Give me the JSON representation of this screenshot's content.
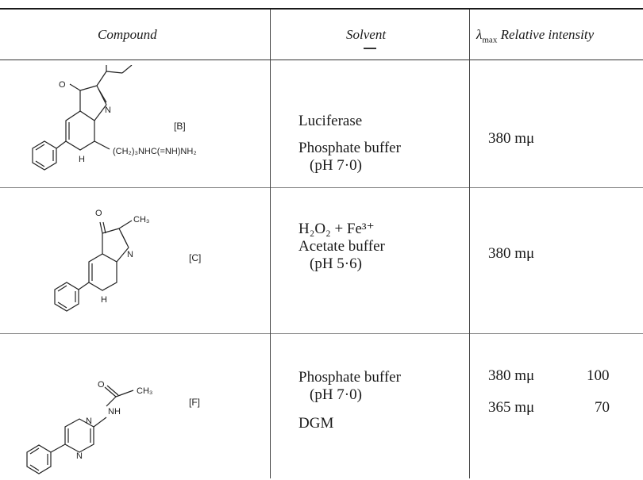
{
  "headers": {
    "compound": "Compound",
    "solvent": "Solvent",
    "lambda_symbol": "λ",
    "lambda_sub": "max",
    "relative_intensity": "Relative intensity"
  },
  "rows": [
    {
      "label": "[B]",
      "substituent_text": "(CH₂)₃NHC(=NH)NH₂",
      "solvent_lines": [
        "Luciferase",
        "Phosphate buffer",
        "(pH 7·0)"
      ],
      "entries": [
        {
          "lambda": "380 mμ",
          "intensity": ""
        }
      ]
    },
    {
      "label": "[C]",
      "substituent_text": "CH₃",
      "solvent_lines": [
        "H₂O₂ + Fe³⁺",
        "Acetate buffer",
        "(pH 5·6)"
      ],
      "entries": [
        {
          "lambda": "380 mμ",
          "intensity": ""
        }
      ]
    },
    {
      "label": "[F]",
      "substituent_text": "CH₃",
      "solvent_lines": [
        "Phosphate buffer",
        "(pH 7·0)",
        "DGM"
      ],
      "entries": [
        {
          "lambda": "380 mμ",
          "intensity": "100"
        },
        {
          "lambda": "365 mμ",
          "intensity": "70"
        }
      ]
    }
  ],
  "atom_labels": {
    "oxygen": "O",
    "nitrogen": "N",
    "nh": "H",
    "amide_nh": "NH"
  }
}
